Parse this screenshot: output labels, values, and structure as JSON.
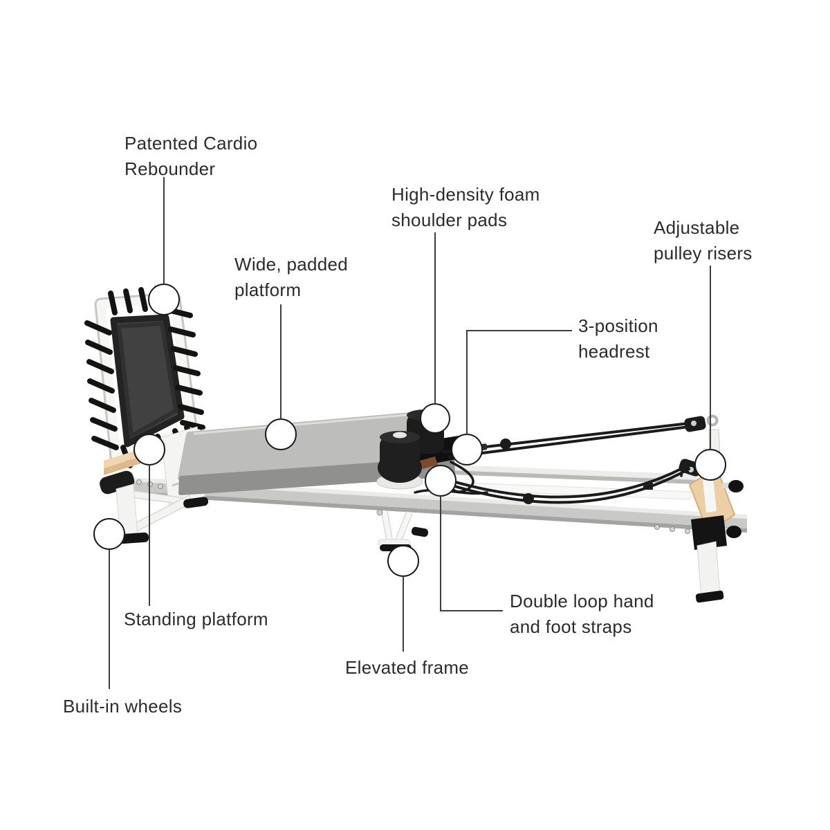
{
  "callouts": {
    "cardio_rebounder": {
      "label": "Patented Cardio\nRebounder"
    },
    "wide_padded_platform": {
      "label": "Wide, padded\nplatform"
    },
    "foam_shoulder_pads": {
      "label": "High-density foam\nshoulder pads"
    },
    "adjustable_pulley_risers": {
      "label": "Adjustable\npulley risers"
    },
    "three_position_headrest": {
      "label": "3-position\nheadrest"
    },
    "standing_platform": {
      "label": "Standing platform"
    },
    "double_loop_straps": {
      "label": "Double loop hand\nand foot straps"
    },
    "elevated_frame": {
      "label": "Elevated frame"
    },
    "built_in_wheels": {
      "label": "Built-in wheels"
    }
  },
  "palette": {
    "background": "#ffffff",
    "text": "#2b2b2b",
    "leader_line": "#3d3d3d",
    "callout_circle_stroke": "#1a1a1a",
    "frame_white": "#f3f3f1",
    "rail_gray": "#c9c9c7",
    "pad_gray": "#bdbdbb",
    "wood": "#ecd0a8",
    "strap_black": "#1b1b1b"
  }
}
